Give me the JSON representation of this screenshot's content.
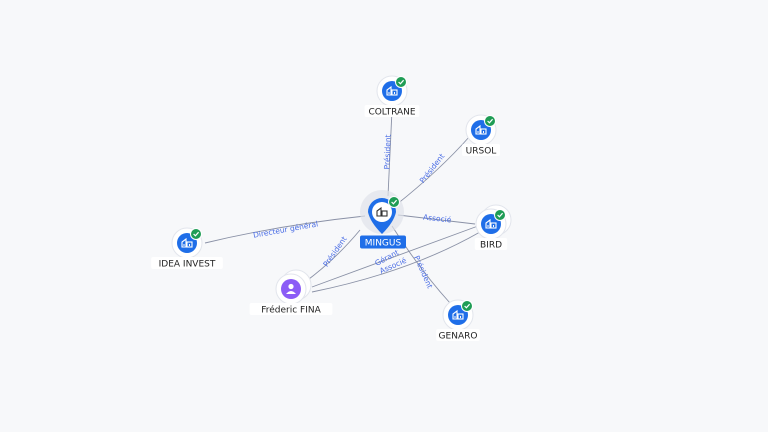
{
  "colors": {
    "company": "#1f6ee8",
    "person": "#8b5cf6",
    "check": "#1f9d55",
    "edge": "#8a91a6",
    "edge_label": "#4a6de5",
    "focus_label_bg": "#1f6ee8"
  },
  "focus": {
    "id": "mingus",
    "label": "MINGUS",
    "icon": "building-icon",
    "verified": true
  },
  "nodes": [
    {
      "id": "coltrane",
      "label": "COLTRANE",
      "kind": "company",
      "icon": "building-icon",
      "verified": true
    },
    {
      "id": "ursol",
      "label": "URSOL",
      "kind": "company",
      "icon": "building-icon",
      "verified": true
    },
    {
      "id": "bird",
      "label": "BIRD",
      "kind": "company",
      "icon": "building-icon",
      "verified": true,
      "stacked": true
    },
    {
      "id": "genaro",
      "label": "GENARO",
      "kind": "company",
      "icon": "building-icon",
      "verified": true
    },
    {
      "id": "idea-invest",
      "label": "IDEA INVEST",
      "kind": "company",
      "icon": "building-icon",
      "verified": true
    },
    {
      "id": "frederic-fina",
      "label": "Fréderic FINA",
      "kind": "person",
      "icon": "person-icon",
      "verified": false,
      "stacked": true
    }
  ],
  "edges": [
    {
      "id": "e-coltrane",
      "from": "mingus",
      "to": "coltrane",
      "label": "Président"
    },
    {
      "id": "e-ursol",
      "from": "mingus",
      "to": "ursol",
      "label": "Président"
    },
    {
      "id": "e-bird",
      "from": "mingus",
      "to": "bird",
      "label": "Associé"
    },
    {
      "id": "e-genaro",
      "from": "mingus",
      "to": "genaro",
      "label": "Président"
    },
    {
      "id": "e-idea",
      "from": "mingus",
      "to": "idea-invest",
      "label": "Directeur général"
    },
    {
      "id": "e-fina-pres",
      "from": "frederic-fina",
      "to": "mingus",
      "label": "Président"
    },
    {
      "id": "e-fina-gerant",
      "from": "frederic-fina",
      "to": "bird",
      "label": "Gérant"
    },
    {
      "id": "e-fina-assoc",
      "from": "frederic-fina",
      "to": "bird",
      "label": "Associé"
    }
  ]
}
